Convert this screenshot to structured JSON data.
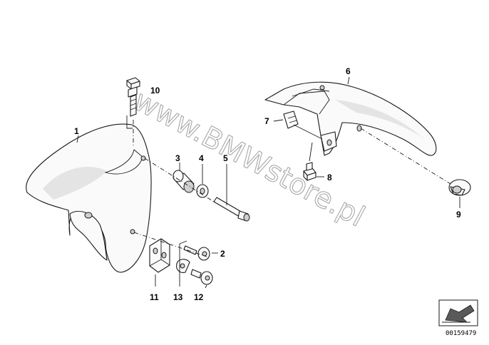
{
  "watermark": "www.BMWstore.pl",
  "reference_number": "00159479",
  "callouts": [
    "1",
    "2",
    "3",
    "4",
    "5",
    "6",
    "7",
    "8",
    "9",
    "10",
    "11",
    "12",
    "13"
  ],
  "icons": {
    "corner_badge": "arrow-icon"
  }
}
